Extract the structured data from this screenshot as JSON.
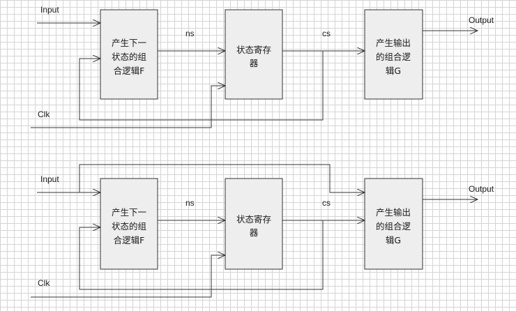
{
  "signals": {
    "input": "Input",
    "output": "Output",
    "clk": "Clk",
    "ns": "ns",
    "cs": "cs"
  },
  "blocks": {
    "next_state_logic": [
      "产生下一",
      "状态的组",
      "合逻辑F"
    ],
    "state_register": [
      "状态寄存",
      "器"
    ],
    "output_logic": [
      "产生输出",
      "的组合逻",
      "辑G"
    ]
  },
  "colors": {
    "grid": "#d4d4d4",
    "block_fill": "#eeeeee",
    "line": "#333333"
  }
}
